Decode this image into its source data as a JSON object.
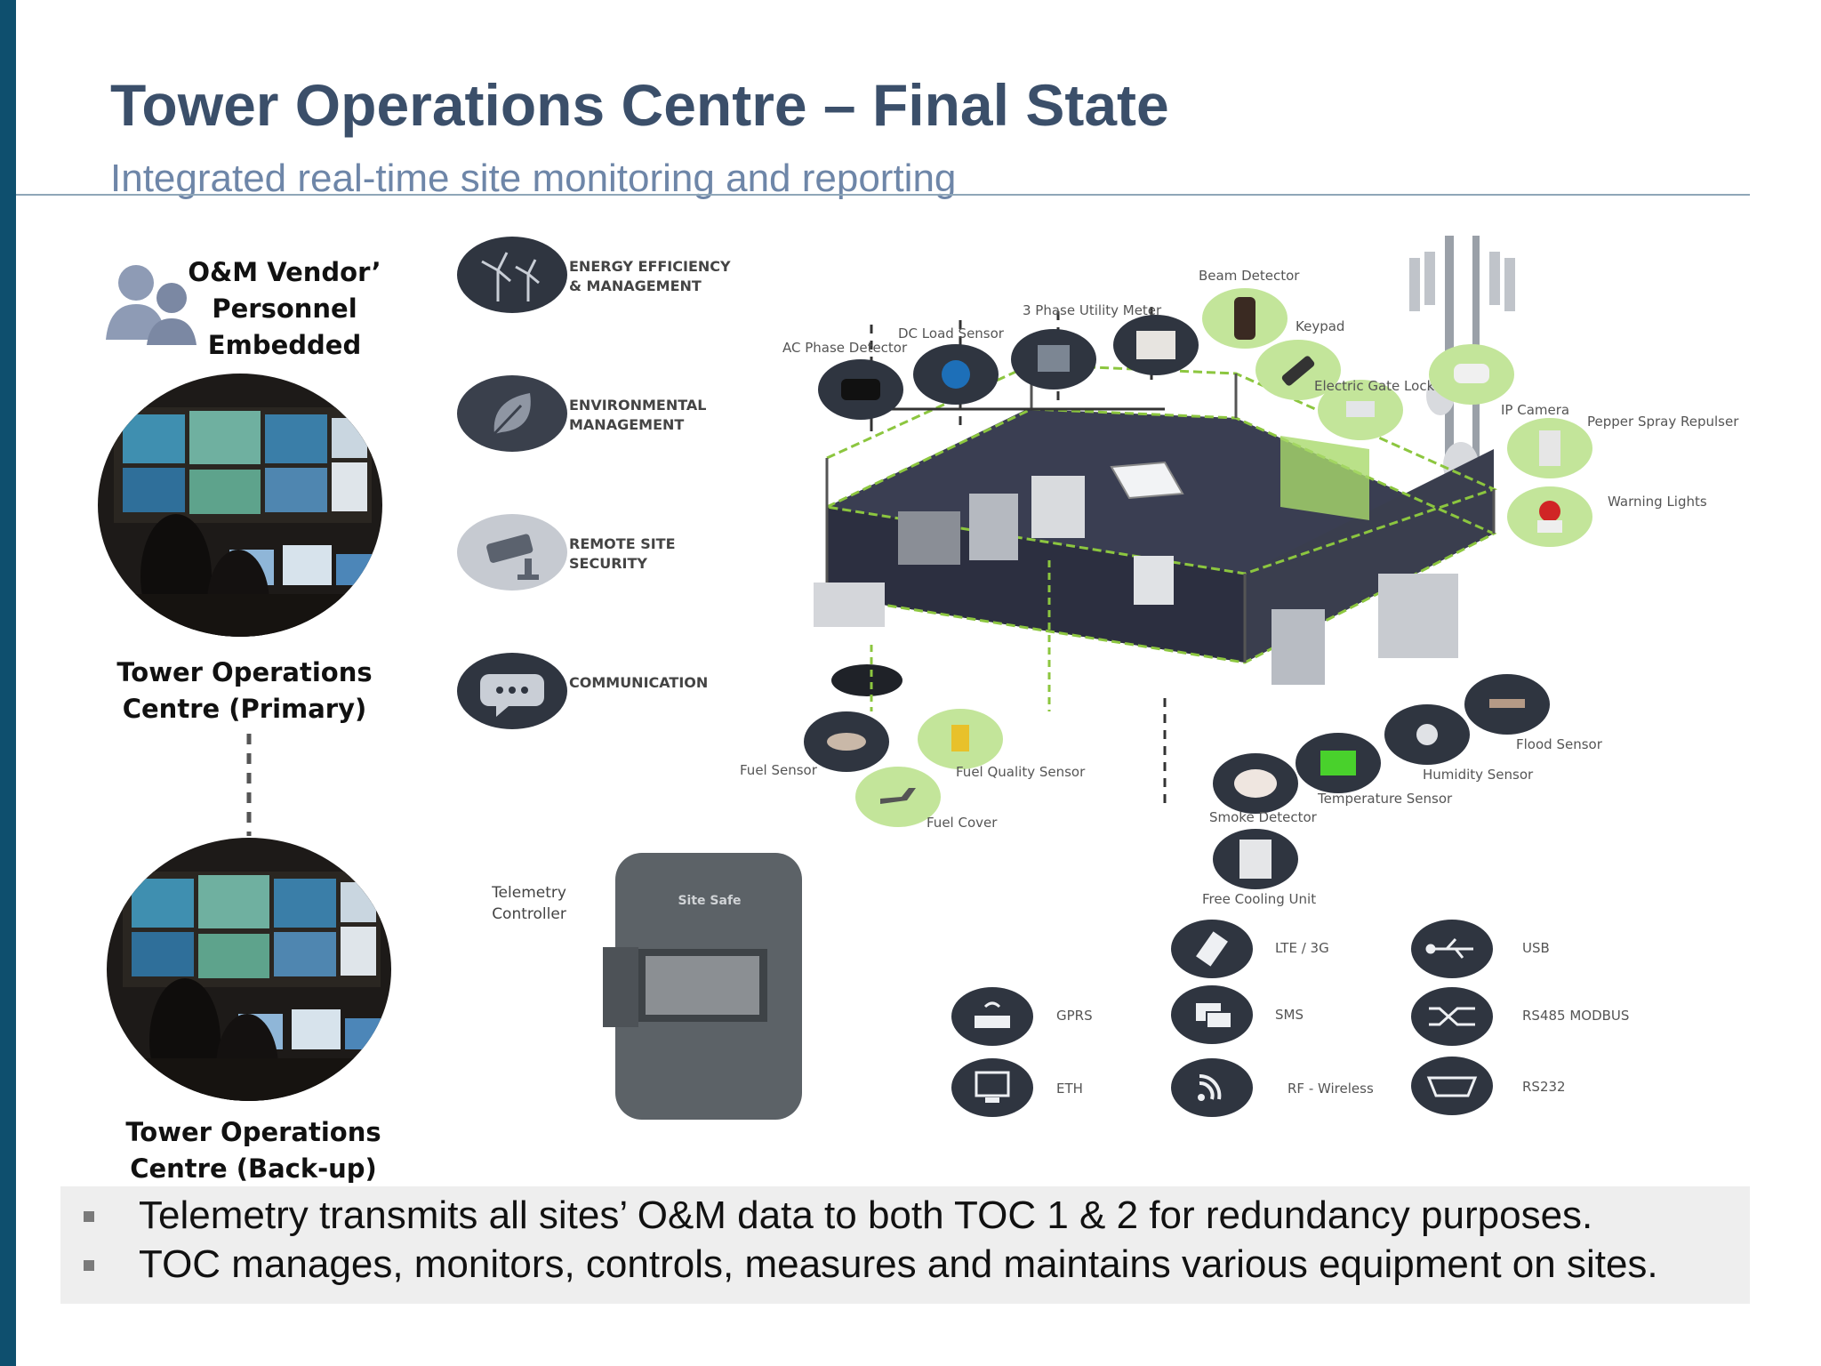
{
  "title": "Tower Operations Centre – Final State",
  "subtitle": "Integrated real-time site monitoring and reporting",
  "vendor_label": "O&M Vendor’ Personnel Embedded",
  "toc_primary_label": "Tower Operations Centre (Primary)",
  "toc_backup_label": "Tower Operations Centre (Back-up)",
  "categories": {
    "energy": "ENERGY EFFICIENCY & MANAGEMENT",
    "environmental": "ENVIRONMENTAL MANAGEMENT",
    "security": "REMOTE SITE SECURITY",
    "communication": "COMMUNICATION"
  },
  "devices": {
    "ac_phase_detector": "AC Phase Detector",
    "dc_load_sensor": "DC Load Sensor",
    "three_phase_meter": "3 Phase Utility Meter",
    "beam_detector": "Beam Detector",
    "keypad": "Keypad",
    "electric_gate_lock": "Electric Gate Lock",
    "ip_camera": "IP Camera",
    "pepper_spray": "Pepper Spray Repulser",
    "warning_lights": "Warning Lights",
    "fuel_sensor": "Fuel Sensor",
    "fuel_quality_sensor": "Fuel Quality Sensor",
    "fuel_cover": "Fuel Cover",
    "smoke_detector": "Smoke Detector",
    "temperature_sensor": "Temperature Sensor",
    "humidity_sensor": "Humidity Sensor",
    "flood_sensor": "Flood Sensor",
    "free_cooling_unit": "Free Cooling Unit"
  },
  "telemetry_label": "Telemetry Controller",
  "controller_brand": "Site Safe",
  "comms": {
    "gprs": "GPRS",
    "eth": "ETH",
    "lte": "LTE / 3G",
    "sms": "SMS",
    "rf": "RF - Wireless",
    "usb": "USB",
    "rs485": "RS485 MODBUS",
    "rs232": "RS232"
  },
  "bullets": [
    "Telemetry transmits all sites’ O&M data to both TOC 1 & 2 for redundancy purposes.",
    "TOC manages, monitors, controls, measures and maintains various equipment on sites."
  ],
  "colors": {
    "left_bar": "#0e4f6e",
    "title": "#3b4f6a",
    "subtitle": "#6e86a8",
    "accent_green": "#8cc63f",
    "icon_dark": "#2f3540"
  }
}
